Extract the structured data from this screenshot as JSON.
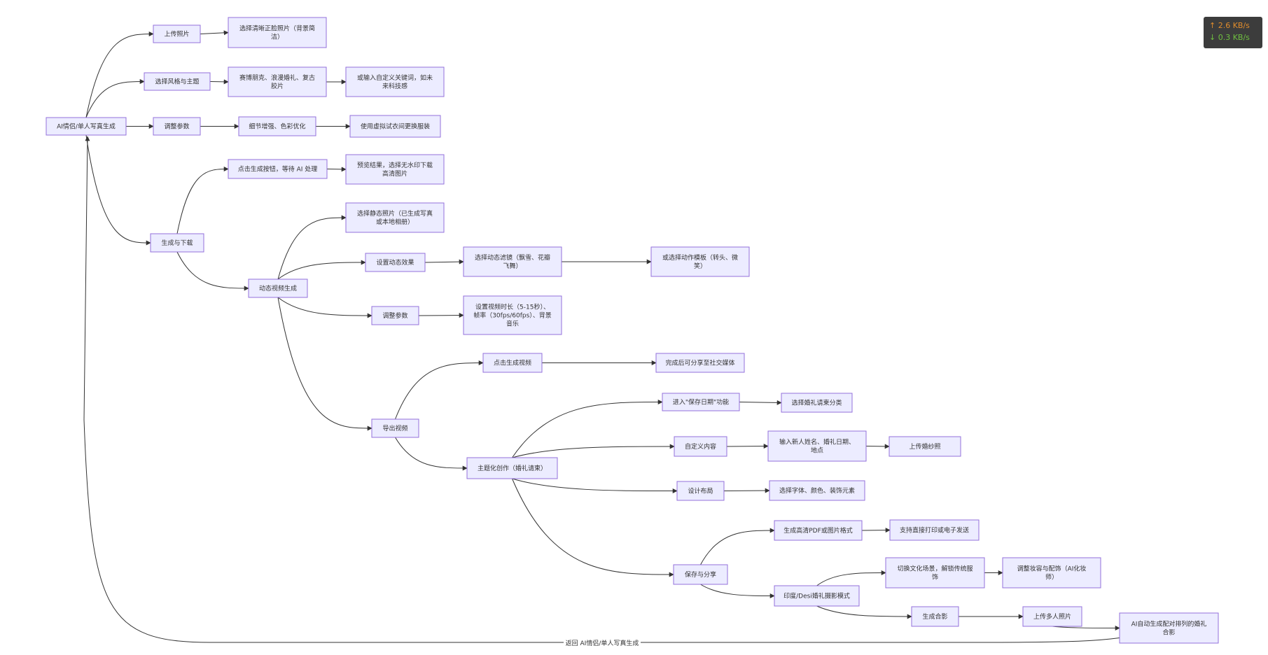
{
  "nodes": [
    {
      "id": "root",
      "lines": [
        "AI情侣/单人写真生成"
      ]
    },
    {
      "id": "upload",
      "lines": [
        "上传照片"
      ]
    },
    {
      "id": "upload_tip",
      "lines": [
        "选择清晰正脸照片（背景简",
        "洁）"
      ]
    },
    {
      "id": "style",
      "lines": [
        "选择风格与主题"
      ]
    },
    {
      "id": "style_opts",
      "lines": [
        "赛博朋克、浪漫婚礼、复古",
        "胶片"
      ]
    },
    {
      "id": "style_kw",
      "lines": [
        "或输入自定义关键词，如未",
        "来科技感"
      ]
    },
    {
      "id": "params",
      "lines": [
        "调整参数"
      ]
    },
    {
      "id": "params_opt",
      "lines": [
        "细节增强、色彩优化"
      ]
    },
    {
      "id": "params_try",
      "lines": [
        "使用虚拟试衣间更换服装"
      ]
    },
    {
      "id": "gen",
      "lines": [
        "生成与下载"
      ]
    },
    {
      "id": "gen_click",
      "lines": [
        "点击生成按钮，等待 AI 处理"
      ]
    },
    {
      "id": "gen_preview",
      "lines": [
        "预览结果，选择无水印下载",
        "高清图片"
      ]
    },
    {
      "id": "video",
      "lines": [
        "动态视频生成"
      ]
    },
    {
      "id": "video_pick",
      "lines": [
        "选择静态照片（已生成写真",
        "或本地相册）"
      ]
    },
    {
      "id": "effect",
      "lines": [
        "设置动态效果"
      ]
    },
    {
      "id": "effect_filter",
      "lines": [
        "选择动态滤镜（飘雪、花瓣",
        "飞舞）"
      ]
    },
    {
      "id": "effect_tpl",
      "lines": [
        "或选择动作模板（转头、微",
        "笑）"
      ]
    },
    {
      "id": "vparams",
      "lines": [
        "调整参数"
      ]
    },
    {
      "id": "vparams_opt",
      "lines": [
        "设置视频时长（5-15秒）、",
        "帧率（30fps/60fps）、背景",
        "音乐"
      ]
    },
    {
      "id": "export",
      "lines": [
        "导出视频"
      ]
    },
    {
      "id": "export_click",
      "lines": [
        "点击生成视频"
      ]
    },
    {
      "id": "export_share",
      "lines": [
        "完成后可分享至社交媒体"
      ]
    },
    {
      "id": "theme",
      "lines": [
        "主题化创作（婚礼请柬）"
      ]
    },
    {
      "id": "save_date",
      "lines": [
        "进入\"保存日期\"功能"
      ]
    },
    {
      "id": "save_date_cat",
      "lines": [
        "选择婚礼请柬分类"
      ]
    },
    {
      "id": "custom",
      "lines": [
        "自定义内容"
      ]
    },
    {
      "id": "custom_input",
      "lines": [
        "输入新人姓名、婚礼日期、",
        "地点"
      ]
    },
    {
      "id": "custom_photo",
      "lines": [
        "上传婚纱照"
      ]
    },
    {
      "id": "layout",
      "lines": [
        "设计布局"
      ]
    },
    {
      "id": "layout_opts",
      "lines": [
        "选择字体、颜色、装饰元素"
      ]
    },
    {
      "id": "save_share",
      "lines": [
        "保存与分享"
      ]
    },
    {
      "id": "save_pdf",
      "lines": [
        "生成高清PDF或图片格式"
      ]
    },
    {
      "id": "save_print",
      "lines": [
        "支持直接打印或电子发送"
      ]
    },
    {
      "id": "india",
      "lines": [
        "印度/Desi婚礼摄影模式"
      ]
    },
    {
      "id": "india_scene",
      "lines": [
        "切换文化场景，解锁传统服",
        "饰"
      ]
    },
    {
      "id": "india_makeup",
      "lines": [
        "调整妆容与配饰（AI化妆",
        "师）"
      ]
    },
    {
      "id": "india_group",
      "lines": [
        "生成合影"
      ]
    },
    {
      "id": "india_upload",
      "lines": [
        "上传多人照片"
      ]
    },
    {
      "id": "india_ai",
      "lines": [
        "AI自动生成配对排列的婚礼",
        "合影"
      ]
    }
  ],
  "edge_labels": {
    "return_root": "返回 AI情侣/单人写真生成"
  },
  "speed": {
    "upload": "↑ 2.6 KB/s",
    "download": "↓ 0.3 KB/s"
  },
  "colors": {
    "node_fill": "#ECECFF",
    "node_stroke": "#9370DB",
    "edge": "#333333"
  }
}
